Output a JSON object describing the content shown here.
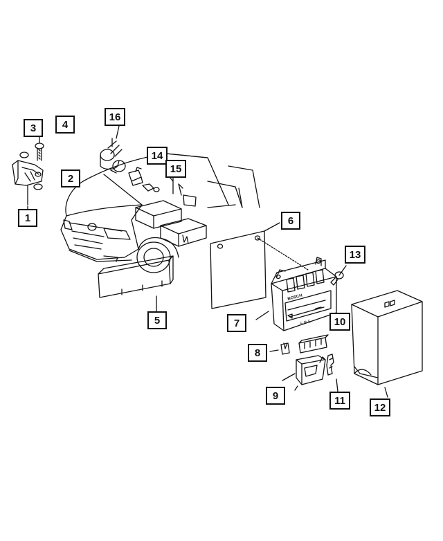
{
  "diagram": {
    "callouts": [
      "1",
      "2",
      "3",
      "4",
      "5",
      "6",
      "7",
      "8",
      "9",
      "10",
      "11",
      "12",
      "13",
      "14",
      "15",
      "16"
    ],
    "module_labels": {
      "brand": "BOSCH",
      "code": "S R S"
    }
  }
}
